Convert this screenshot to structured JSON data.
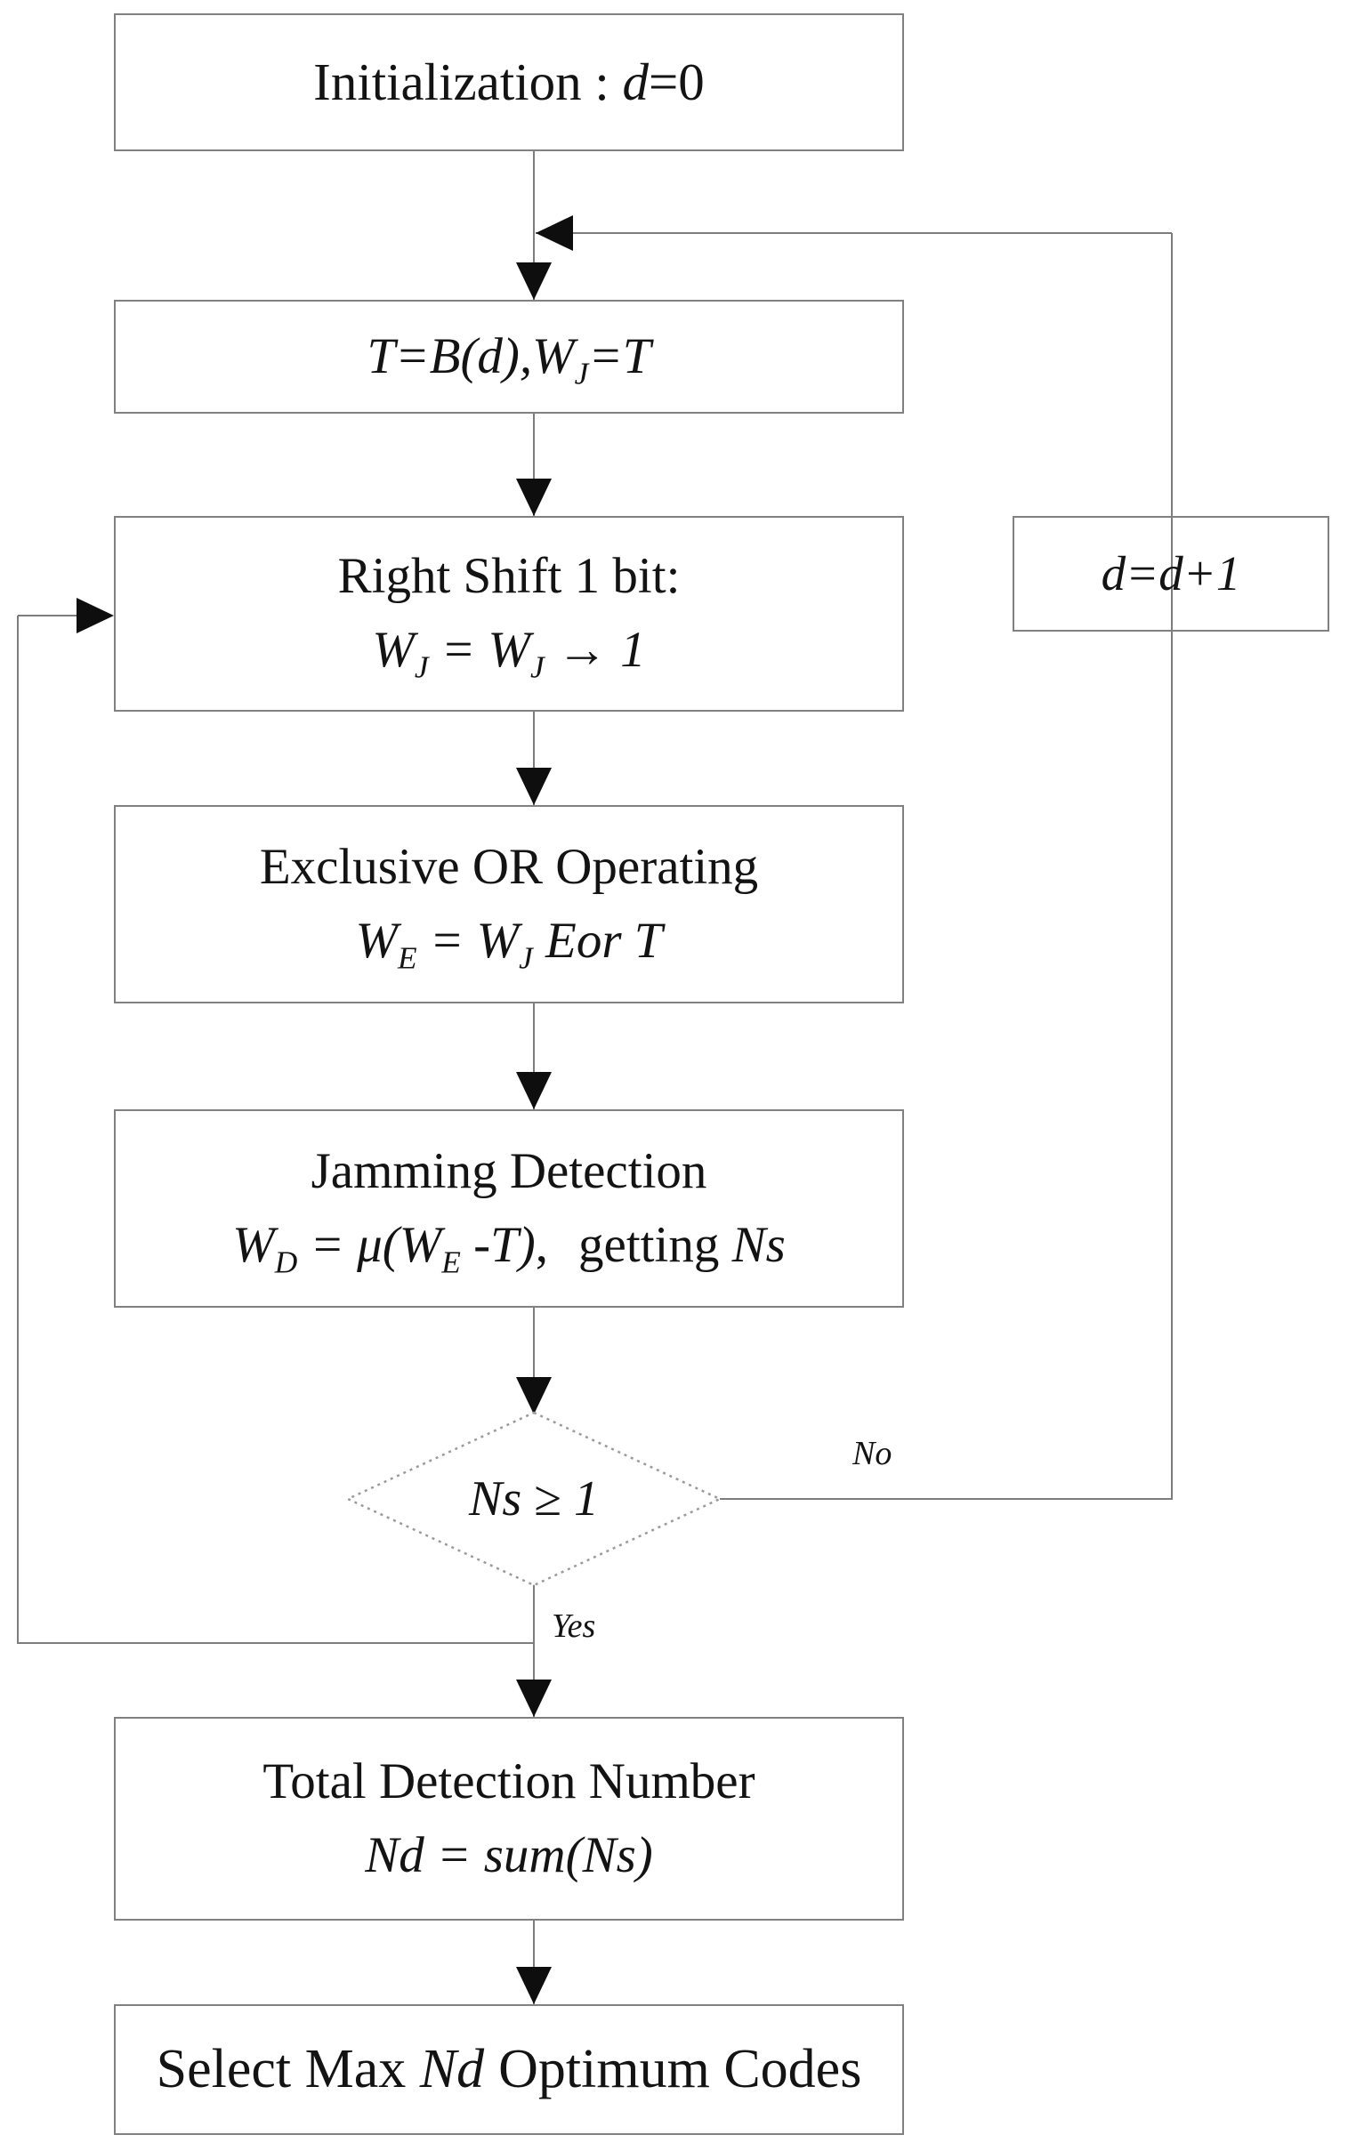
{
  "figure_type": "flowchart",
  "colors": {
    "connector": "#7d7d7d",
    "node_border": "#818181",
    "arrowhead": "#0e0e0e",
    "text": "#131313",
    "background": "#ffffff",
    "decision_border": "#9a9a9a"
  },
  "nodes": {
    "init": {
      "lines": [
        [
          {
            "t": "Initialization : "
          },
          {
            "t": "d",
            "i": 1
          },
          {
            "t": "=0"
          }
        ]
      ]
    },
    "assign": {
      "lines": [
        [
          {
            "t": "T=B(d),W",
            "i": 1
          },
          {
            "t": "J",
            "i": 1,
            "sub": 1
          },
          {
            "t": "=T",
            "i": 1
          }
        ]
      ]
    },
    "shift": {
      "lines": [
        [
          {
            "t": "Right Shift 1 bit:"
          }
        ],
        [
          {
            "t": "W",
            "i": 1
          },
          {
            "t": "J",
            "i": 1,
            "sub": 1
          },
          {
            "t": " = W",
            "i": 1
          },
          {
            "t": "J",
            "i": 1,
            "sub": 1
          },
          {
            "t": " → "
          },
          {
            "t": "1",
            "i": 1
          }
        ]
      ]
    },
    "xor": {
      "lines": [
        [
          {
            "t": "Exclusive OR Operating"
          }
        ],
        [
          {
            "t": "W",
            "i": 1
          },
          {
            "t": "E",
            "i": 1,
            "sub": 1
          },
          {
            "t": " = W",
            "i": 1
          },
          {
            "t": "J",
            "i": 1,
            "sub": 1
          },
          {
            "t": " Eor T",
            "i": 1
          }
        ]
      ]
    },
    "detect": {
      "lines": [
        [
          {
            "t": "Jamming Detection"
          }
        ],
        [
          {
            "t": "W",
            "i": 1
          },
          {
            "t": "D",
            "i": 1,
            "sub": 1
          },
          {
            "t": " = μ(W",
            "i": 1
          },
          {
            "t": "E",
            "i": 1,
            "sub": 1
          },
          {
            "t": " -T)",
            "i": 1
          },
          {
            "t": ","
          },
          {
            "t": "getting ",
            "gap": 34
          },
          {
            "t": "Ns",
            "i": 1
          }
        ]
      ]
    },
    "decision": {
      "lines": [
        [
          {
            "t": "Ns",
            "i": 1
          },
          {
            "t": " ≥ "
          },
          {
            "t": "1",
            "i": 1
          }
        ]
      ]
    },
    "total": {
      "lines": [
        [
          {
            "t": "Total Detection Number"
          }
        ],
        [
          {
            "t": "Nd",
            "i": 1
          },
          {
            "t": " = sum(",
            "i": 1
          },
          {
            "t": "Ns",
            "i": 1
          },
          {
            "t": ")",
            "i": 1
          }
        ]
      ]
    },
    "select": {
      "lines": [
        [
          {
            "t": "Select Max "
          },
          {
            "t": "Nd",
            "i": 1
          },
          {
            "t": "Optimum Codes",
            "gap": 16
          }
        ]
      ]
    },
    "increment": {
      "lines": [
        [
          {
            "t": "d=d+1",
            "i": 1
          }
        ]
      ]
    }
  },
  "labels": {
    "yes": "Yes",
    "no": "No"
  }
}
